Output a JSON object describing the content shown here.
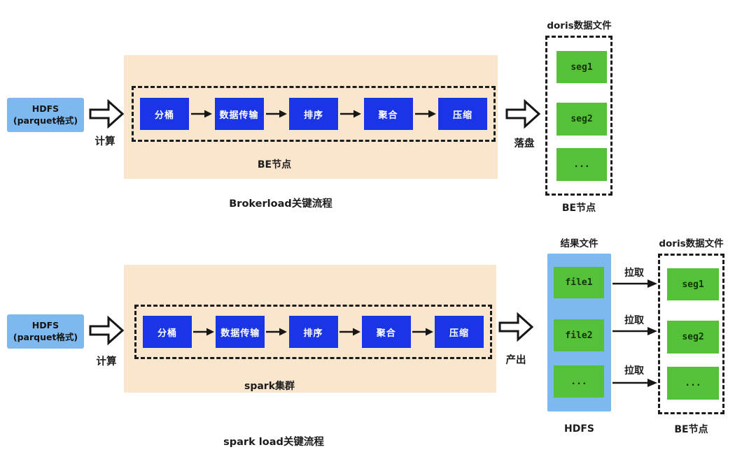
{
  "colors": {
    "process_box_blue": "#1a35e6",
    "source_light_blue": "#7db9ef",
    "cluster_peach": "#fae6cc",
    "segment_green": "#54c138",
    "line_black": "#1b1b1b"
  },
  "top_flow": {
    "source": {
      "line1": "HDFS",
      "line2": "(parquet格式)"
    },
    "compute_arrow_label": "计算",
    "steps": [
      "分桶",
      "数据传输",
      "排序",
      "聚合",
      "压缩"
    ],
    "cluster_label": "BE节点",
    "output_arrow_label": "落盘",
    "target": {
      "title": "doris数据文件",
      "items": [
        "seg1",
        "seg2",
        "..."
      ],
      "caption": "BE节点"
    },
    "caption": "Brokerload关键流程"
  },
  "bottom_flow": {
    "source": {
      "line1": "HDFS",
      "line2": "(parquet格式)"
    },
    "compute_arrow_label": "计算",
    "steps": [
      "分桶",
      "数据传输",
      "排序",
      "聚合",
      "压缩"
    ],
    "cluster_label": "spark集群",
    "output_arrow_label": "产出",
    "result": {
      "title": "结果文件",
      "items": [
        "file1",
        "file2",
        "..."
      ],
      "caption": "HDFS"
    },
    "pull_labels": [
      "拉取",
      "拉取",
      "拉取"
    ],
    "target": {
      "title": "doris数据文件",
      "items": [
        "seg1",
        "seg2",
        "..."
      ],
      "caption": "BE节点"
    },
    "caption": "spark load关键流程"
  }
}
